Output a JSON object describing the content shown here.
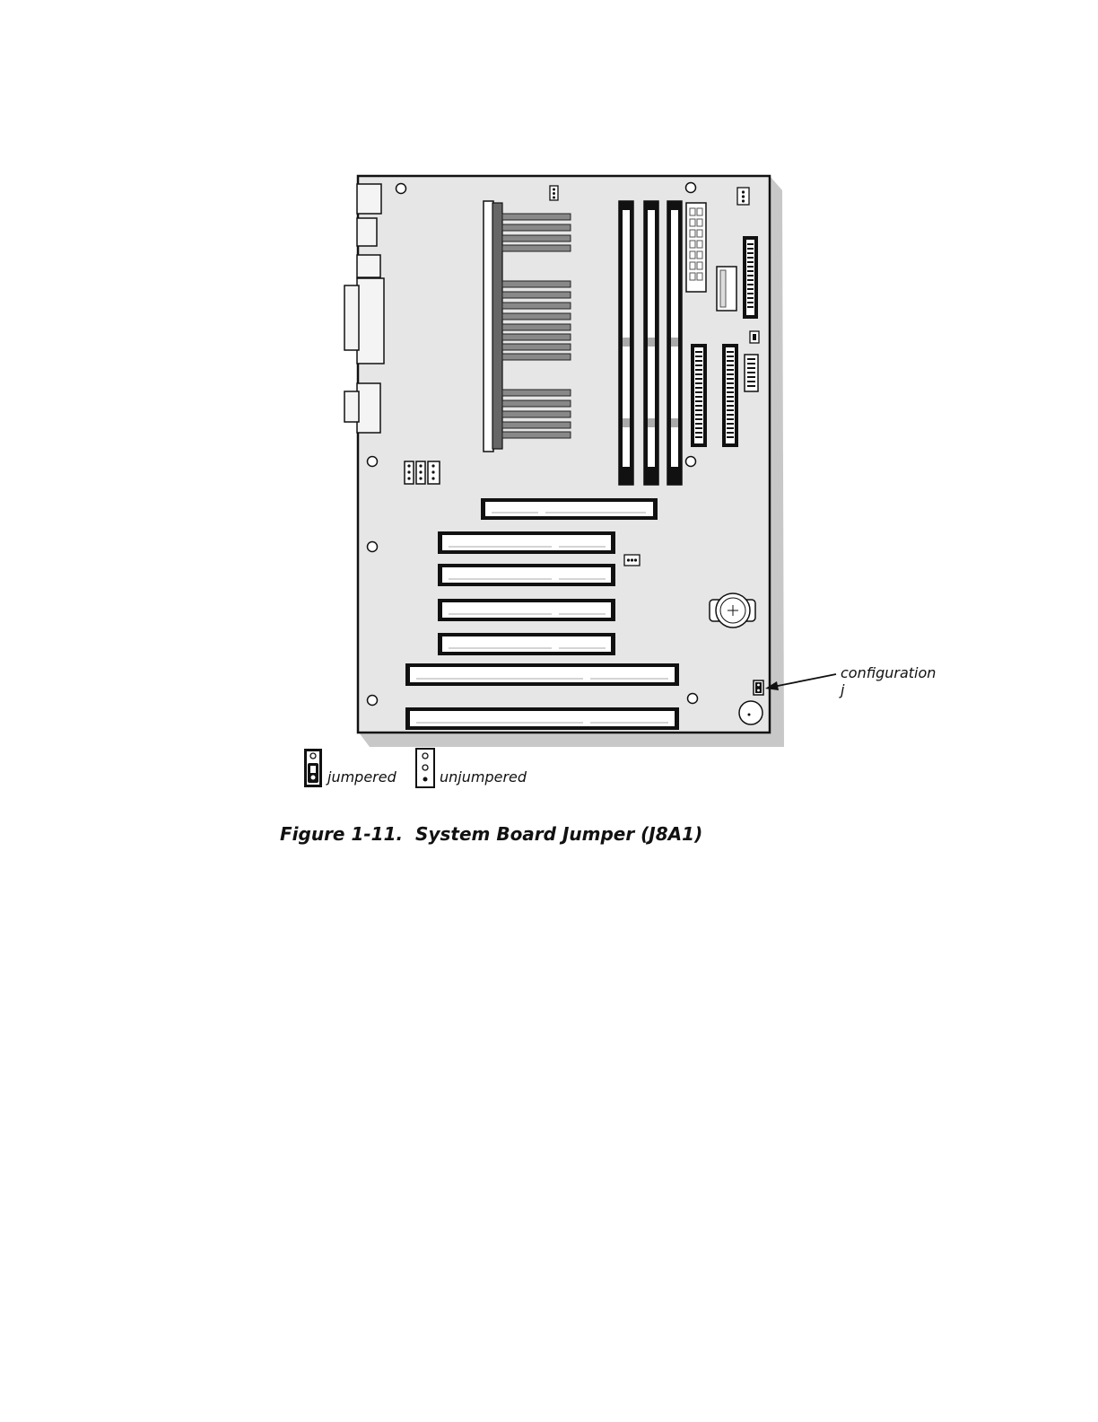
{
  "figure": {
    "caption_number": "Figure 1-11.",
    "caption_title": "System Board Jumper (J8A1)"
  },
  "callout": {
    "line1": "configuration",
    "line2": "j"
  },
  "legend": {
    "jumpered": "jumpered",
    "unjumpered": "unjumpered"
  },
  "colors": {
    "board": "#e6e6e6",
    "outline": "#111111",
    "heatsink": "#555555"
  }
}
